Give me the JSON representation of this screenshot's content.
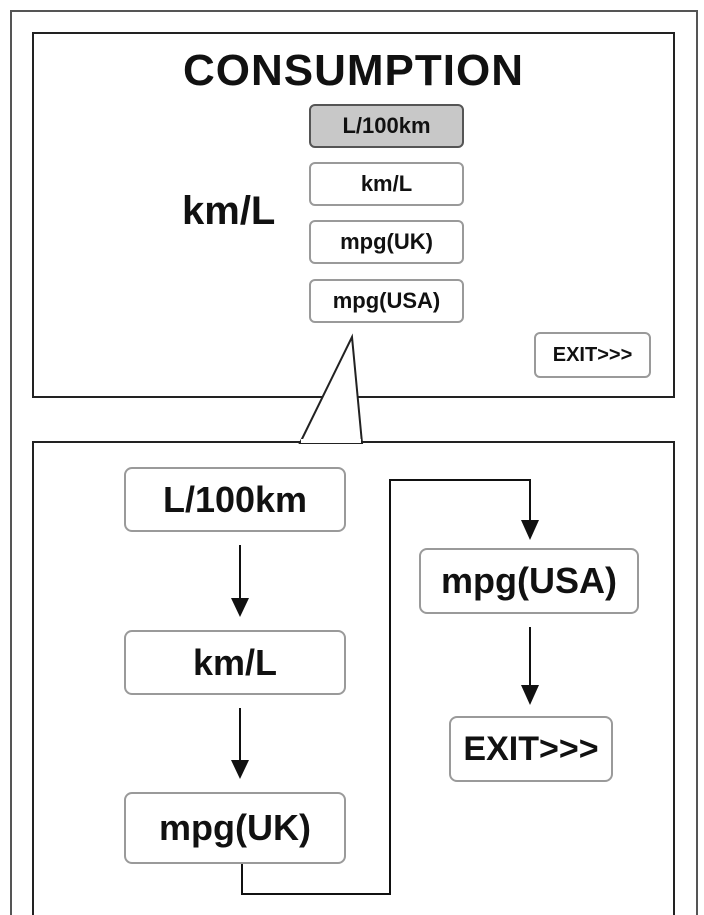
{
  "screen": {
    "title": "CONSUMPTION",
    "current_unit": "km/L",
    "options": [
      {
        "label": "L/100km",
        "selected": true
      },
      {
        "label": "km/L",
        "selected": false
      },
      {
        "label": "mpg(UK)",
        "selected": false
      },
      {
        "label": "mpg(USA)",
        "selected": false
      }
    ],
    "exit_label": "EXIT>>>"
  },
  "flow": {
    "steps": [
      "L/100km",
      "km/L",
      "mpg(UK)",
      "mpg(USA)",
      "EXIT>>>"
    ]
  },
  "colors": {
    "selected_fill": "#c8c8c8",
    "box_border": "#9a9a9a",
    "line": "#111111"
  }
}
